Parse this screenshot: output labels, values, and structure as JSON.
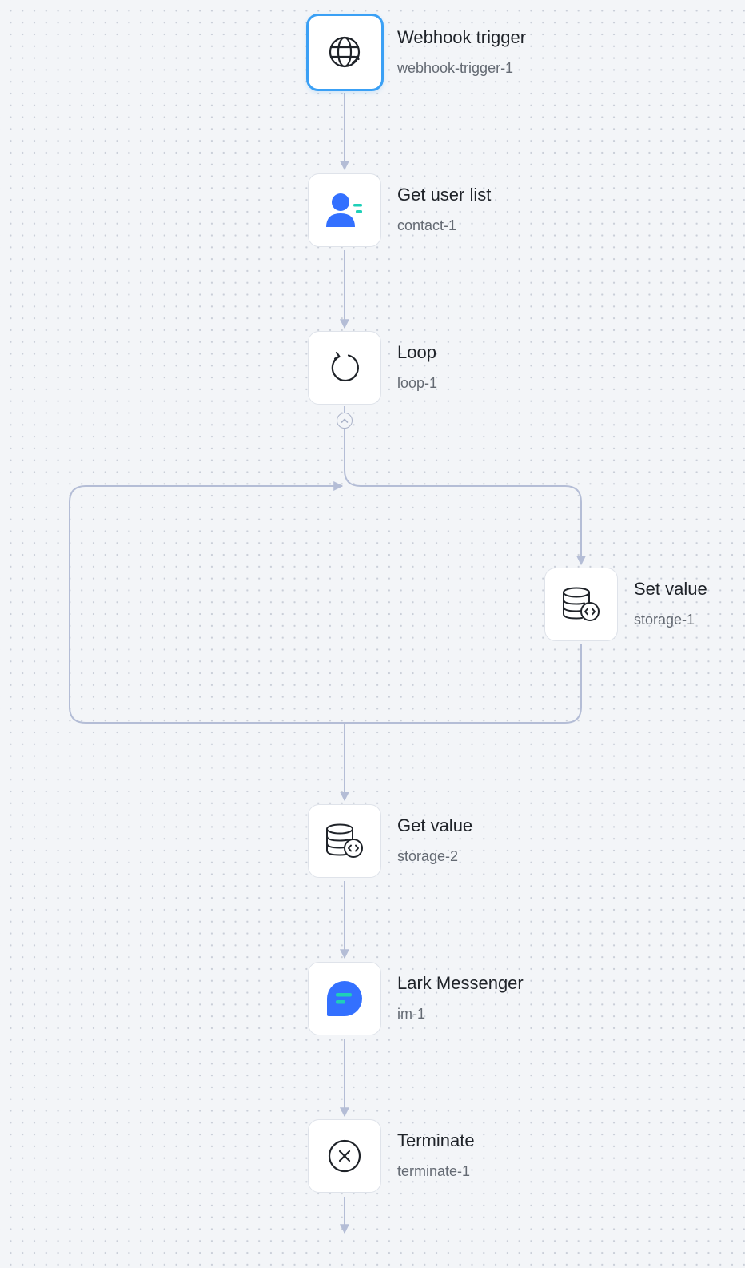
{
  "nodes": [
    {
      "title": "Webhook trigger",
      "id": "webhook-trigger-1",
      "icon": "globe-icon"
    },
    {
      "title": "Get user list",
      "id": "contact-1",
      "icon": "contact-icon"
    },
    {
      "title": "Loop",
      "id": "loop-1",
      "icon": "loop-icon"
    },
    {
      "title": "Set value",
      "id": "storage-1",
      "icon": "database-code-icon"
    },
    {
      "title": "Get value",
      "id": "storage-2",
      "icon": "database-code-icon"
    },
    {
      "title": "Lark Messenger",
      "id": "im-1",
      "icon": "messenger-icon"
    },
    {
      "title": "Terminate",
      "id": "terminate-1",
      "icon": "terminate-icon"
    }
  ],
  "colors": {
    "edge": "#b4bdd6",
    "selected_border": "#3aa0f5",
    "contact_blue": "#3370ff",
    "accent_teal": "#1fd0b8",
    "canvas": "#f3f5f8"
  }
}
